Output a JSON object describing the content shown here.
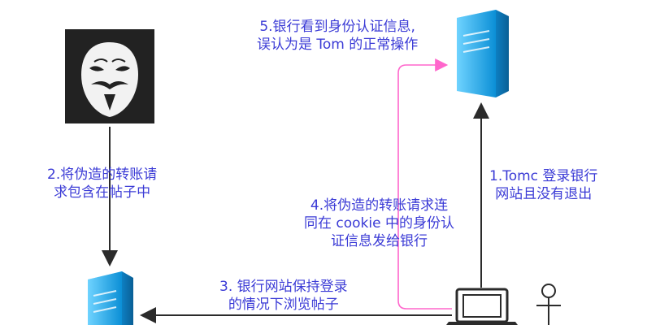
{
  "diagram": {
    "colors": {
      "label_text": "#3b3bd6",
      "arrow_dark": "#2b2b2b",
      "arrow_pink": "#ff66cc",
      "server_blue": "#1aa7ec",
      "hacker_bg": "#222222"
    },
    "nodes": {
      "hacker": {
        "icon": "anonymous-mask-icon"
      },
      "bank_server": {
        "icon": "server-icon"
      },
      "forum_server": {
        "icon": "server-icon"
      },
      "laptop": {
        "icon": "laptop-icon"
      },
      "user": {
        "icon": "stick-figure-icon"
      }
    },
    "labels": {
      "step1": {
        "line1": "1.Tomc 登录银行",
        "line2": "网站且没有退出"
      },
      "step2": {
        "line1": "2.将伪造的转账请",
        "line2": "求包含在帖子中"
      },
      "step3": {
        "line1": "3. 银行网站保持登录",
        "line2": "的情况下浏览帖子"
      },
      "step4": {
        "line1": "4.将伪造的转账请求连",
        "line2": "同在 cookie 中的身份认",
        "line3": "证信息发给银行"
      },
      "step5": {
        "line1": "5.银行看到身份认证信息,",
        "line2": "误认为是 Tom 的正常操作"
      }
    }
  }
}
